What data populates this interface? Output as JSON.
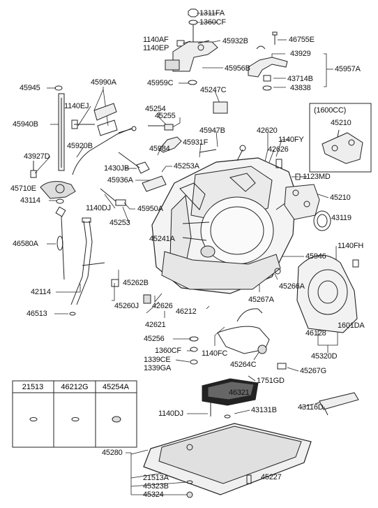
{
  "labels": {
    "p1311FA": "1311FA",
    "p1360CF_top": "1360CF",
    "p1140AF": "1140AF",
    "p1140EP": "1140EP",
    "p45932B": "45932B",
    "p46755E": "46755E",
    "p43929": "43929",
    "p45956B": "45956B",
    "p45957A": "45957A",
    "p43714B": "43714B",
    "p43838": "43838",
    "p45959C": "45959C",
    "p45945": "45945",
    "p45990A": "45990A",
    "p45247C": "45247C",
    "p1140EJ": "1140EJ",
    "p45940B": "45940B",
    "p45254": "45254",
    "p45255": "45255",
    "p45947B": "45947B",
    "p42620": "42620",
    "p45920B": "45920B",
    "p1140FY": "1140FY",
    "p45931F": "45931F",
    "p45984": "45984",
    "p42626_top": "42626",
    "p43927D": "43927D",
    "p1430JB": "1430JB",
    "p45253A": "45253A",
    "p45936A": "45936A",
    "p1123MD": "1123MD",
    "p45710E": "45710E",
    "p45210_main": "45210",
    "p43114": "43114",
    "p1140DJ_left": "1140DJ",
    "p45950A": "45950A",
    "p43119": "43119",
    "p45253": "45253",
    "p46580A": "46580A",
    "p45241A": "45241A",
    "p1140FH": "1140FH",
    "p45946": "45946",
    "p45262B": "45262B",
    "p45266A": "45266A",
    "p42114": "42114",
    "p45260J": "45260J",
    "p42626_mid": "42626",
    "p45267A": "45267A",
    "p46513": "46513",
    "p46212": "46212",
    "p42621": "42621",
    "p46128": "46128",
    "p1601DA": "1601DA",
    "p45256": "45256",
    "p1360CF_low": "1360CF",
    "p1140FC": "1140FC",
    "p45320D": "45320D",
    "p1339CE": "1339CE",
    "p1339GA": "1339GA",
    "p45264C": "45264C",
    "p45267G": "45267G",
    "p1751GD": "1751GD",
    "p46321": "46321",
    "p43116D": "43116D",
    "p1140DJ_low": "1140DJ",
    "p43131B": "43131B",
    "p45280": "45280",
    "p21513A": "21513A",
    "p45323B": "45323B",
    "p45227": "45227",
    "p45324": "45324"
  },
  "inset": {
    "title": "(1600CC)",
    "part": "45210"
  },
  "table": {
    "headers": [
      "21513",
      "46212G",
      "45254A"
    ]
  }
}
